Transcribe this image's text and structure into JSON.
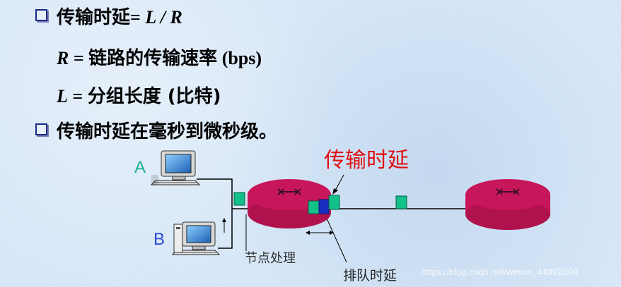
{
  "lines": {
    "l1_cn": "传输时延",
    "l1_eq": "= ",
    "l1_var": "L / R",
    "l2_var": "R",
    "l2_eq": " = ",
    "l2_cn": "链路的传输速率",
    "l2_unit": " (bps)",
    "l3_var": "L",
    "l3_eq": " = ",
    "l3_cn": "分组长度",
    "l3_paren": " (比特)",
    "l4": "传输时延在毫秒到微秒级。"
  },
  "diagram": {
    "host_a_label": "A",
    "host_b_label": "B",
    "trans_delay_label": "传输时延",
    "node_proc_label": "节点处理",
    "queue_delay_label": "排队时延",
    "watermark": "https://blog.csdn.net/weixin_44992090"
  },
  "colors": {
    "bullet_border": "#1a2a8a",
    "router_fill": "#c8165a",
    "packet_green": "#12c08a",
    "packet_blue": "#1a2ec0",
    "red_label": "#e01010",
    "host_label": "#18b090",
    "b_label": "#2a4ad0"
  }
}
